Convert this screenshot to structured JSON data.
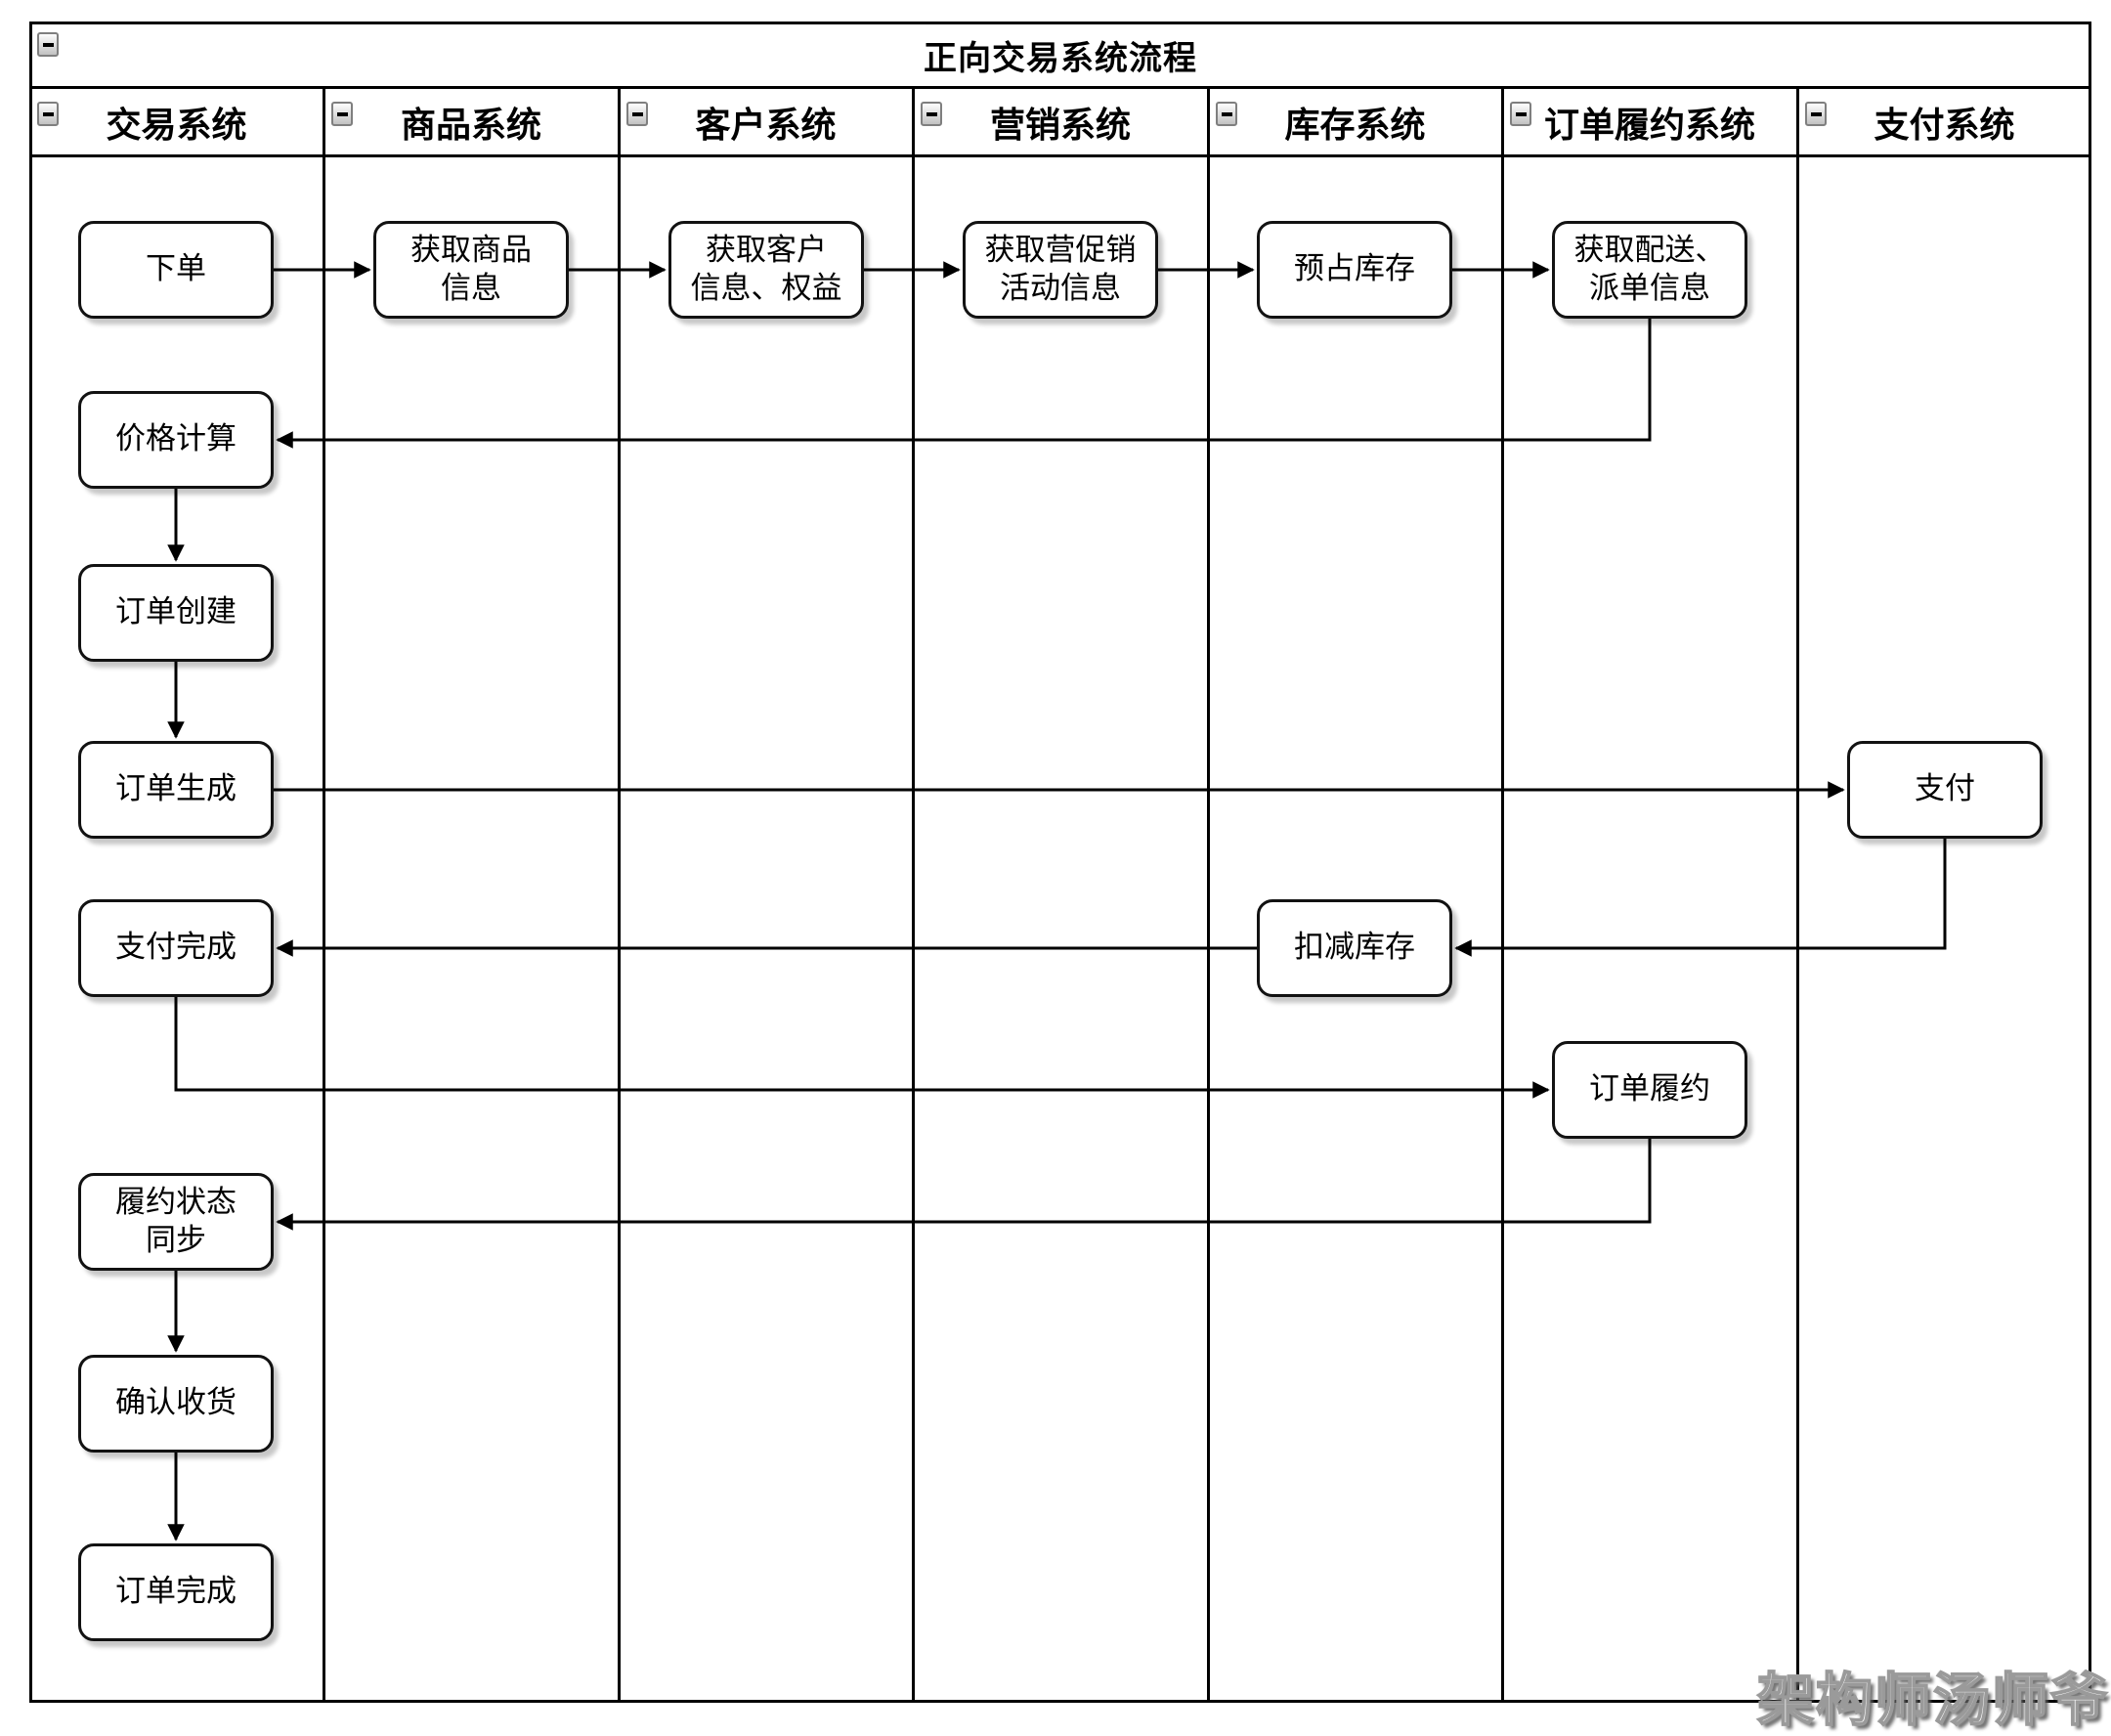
{
  "diagram": {
    "title": "正向交易系统流程",
    "watermark": "架构师汤师爷",
    "colors": {
      "line": "#000000",
      "box_fill": "#ffffff",
      "box_border": "#121212",
      "icon_bg": "#d9d9d9",
      "icon_border": "#7f7f7f",
      "watermark_fill": "#ffffff",
      "watermark_outline": "#9a9a9a"
    }
  },
  "lanes": [
    {
      "id": "trade",
      "label": "交易系统"
    },
    {
      "id": "product",
      "label": "商品系统"
    },
    {
      "id": "customer",
      "label": "客户系统"
    },
    {
      "id": "marketing",
      "label": "营销系统"
    },
    {
      "id": "inventory",
      "label": "库存系统"
    },
    {
      "id": "fulfillment",
      "label": "订单履约系统"
    },
    {
      "id": "payment",
      "label": "支付系统"
    }
  ],
  "nodes": [
    {
      "id": "place-order",
      "lane": "交易系统",
      "label": "下单"
    },
    {
      "id": "get-product-info",
      "lane": "商品系统",
      "label": "获取商品\n信息"
    },
    {
      "id": "get-customer-info",
      "lane": "客户系统",
      "label": "获取客户\n信息、权益"
    },
    {
      "id": "get-promo-info",
      "lane": "营销系统",
      "label": "获取营促销\n活动信息"
    },
    {
      "id": "reserve-inventory",
      "lane": "库存系统",
      "label": "预占库存"
    },
    {
      "id": "get-delivery-info",
      "lane": "订单履约系统",
      "label": "获取配送、\n派单信息"
    },
    {
      "id": "price-calc",
      "lane": "交易系统",
      "label": "价格计算"
    },
    {
      "id": "order-create",
      "lane": "交易系统",
      "label": "订单创建"
    },
    {
      "id": "order-generate",
      "lane": "交易系统",
      "label": "订单生成"
    },
    {
      "id": "pay",
      "lane": "支付系统",
      "label": "支付"
    },
    {
      "id": "pay-done",
      "lane": "交易系统",
      "label": "支付完成"
    },
    {
      "id": "deduct-inventory",
      "lane": "库存系统",
      "label": "扣减库存"
    },
    {
      "id": "order-fulfill",
      "lane": "订单履约系统",
      "label": "订单履约"
    },
    {
      "id": "fulfill-status-sync",
      "lane": "交易系统",
      "label": "履约状态\n同步"
    },
    {
      "id": "confirm-receipt",
      "lane": "交易系统",
      "label": "确认收货"
    },
    {
      "id": "order-complete",
      "lane": "交易系统",
      "label": "订单完成"
    }
  ],
  "edges": [
    {
      "from": "place-order",
      "to": "get-product-info"
    },
    {
      "from": "get-product-info",
      "to": "get-customer-info"
    },
    {
      "from": "get-customer-info",
      "to": "get-promo-info"
    },
    {
      "from": "get-promo-info",
      "to": "reserve-inventory"
    },
    {
      "from": "reserve-inventory",
      "to": "get-delivery-info"
    },
    {
      "from": "get-delivery-info",
      "to": "price-calc"
    },
    {
      "from": "price-calc",
      "to": "order-create"
    },
    {
      "from": "order-create",
      "to": "order-generate"
    },
    {
      "from": "order-generate",
      "to": "pay"
    },
    {
      "from": "pay",
      "to": "deduct-inventory"
    },
    {
      "from": "deduct-inventory",
      "to": "pay-done"
    },
    {
      "from": "pay-done",
      "to": "order-fulfill"
    },
    {
      "from": "order-fulfill",
      "to": "fulfill-status-sync"
    },
    {
      "from": "fulfill-status-sync",
      "to": "confirm-receipt"
    },
    {
      "from": "confirm-receipt",
      "to": "order-complete"
    }
  ]
}
